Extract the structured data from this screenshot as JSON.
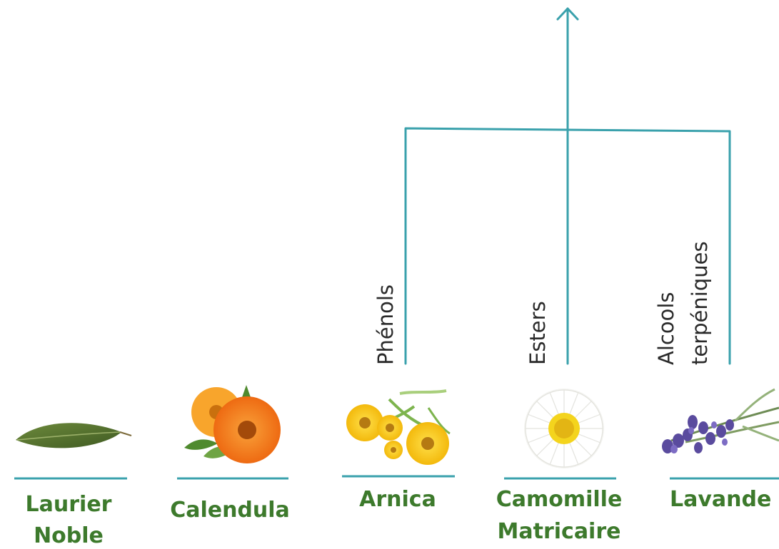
{
  "diagram": {
    "colors": {
      "connector": "#3aa1ac",
      "plant_label": "#3d7a2c",
      "family_label": "#2a2a2a"
    },
    "families": [
      {
        "id": "phenols",
        "label": "Phénols"
      },
      {
        "id": "esters",
        "label": "Esters"
      },
      {
        "id": "alcools",
        "lines": [
          "Alcools",
          "terpéniques"
        ]
      }
    ],
    "plants": [
      {
        "id": "laurier",
        "lines": [
          "Laurier",
          "Noble"
        ],
        "icon": "bay-leaf-icon"
      },
      {
        "id": "calendula",
        "lines": [
          "Calendula"
        ],
        "icon": "calendula-flower-icon"
      },
      {
        "id": "arnica",
        "lines": [
          "Arnica"
        ],
        "icon": "arnica-flower-icon"
      },
      {
        "id": "camomille",
        "lines": [
          "Camomille",
          "Matricaire"
        ],
        "icon": "chamomile-flower-icon"
      },
      {
        "id": "lavande",
        "lines": [
          "Lavande"
        ],
        "icon": "lavender-sprig-icon"
      }
    ]
  }
}
